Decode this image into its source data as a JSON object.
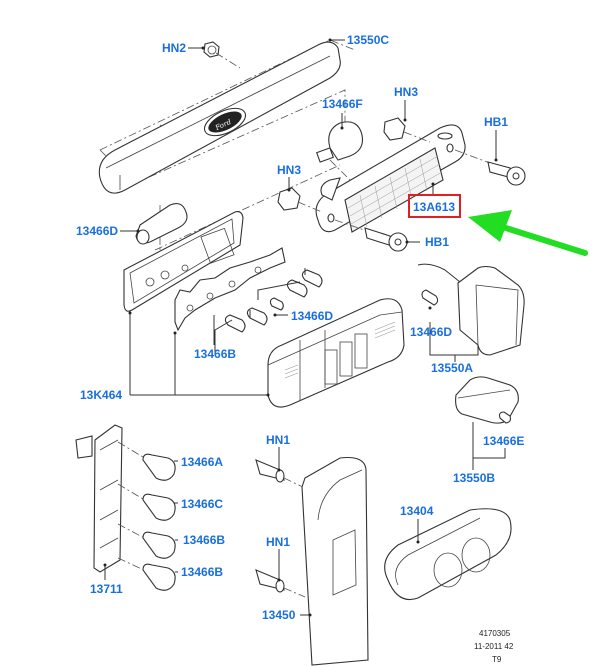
{
  "diagram": {
    "type": "exploded-parts-diagram",
    "subject": "rear lamps assembly",
    "highlight_color": "#e02020",
    "arrow_color": "#22dd22",
    "label_color": "#1a6fe0",
    "labels": {
      "hn2": "HN2",
      "p13550C": "13550C",
      "p13466F": "13466F",
      "hn3_top": "HN3",
      "hb1_top": "HB1",
      "hn3_left": "HN3",
      "p13A613": "13A613",
      "hb1_bottom": "HB1",
      "p13466D_a": "13466D",
      "p13466D_b": "13466D",
      "p13466B_a": "13466B",
      "p13K464": "13K464",
      "p13466D_c": "13466D",
      "p13550A": "13550A",
      "p13466E": "13466E",
      "p13550B": "13550B",
      "p13466A": "13466A",
      "p13466C": "13466C",
      "p13466B_b": "13466B",
      "p13466B_c": "13466B",
      "p13711": "13711",
      "hn1_top": "HN1",
      "hn1_bottom": "HN1",
      "p13450": "13450",
      "p13404": "13404"
    },
    "highlighted_part": "13A613",
    "footer": {
      "ref": "4170305",
      "date": "11-2011 42",
      "code": "T9"
    }
  }
}
